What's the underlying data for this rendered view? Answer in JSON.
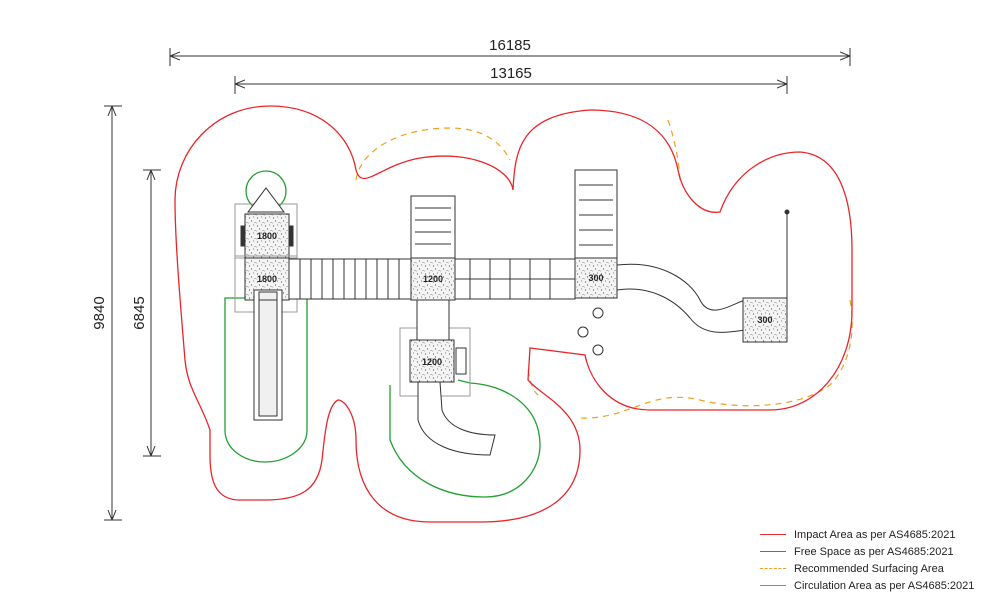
{
  "dimensions": {
    "overall_width": "16185",
    "inner_width": "13165",
    "overall_depth": "9840",
    "inner_depth": "6845"
  },
  "platforms": {
    "left_upper": "1800",
    "left_lower": "1800",
    "center": "1200",
    "lower_center": "1200",
    "right_tower": "300",
    "far_right": "300"
  },
  "legend": [
    {
      "label": "Impact Area as per AS4685:2021",
      "color": "#e8262a",
      "style": "solid"
    },
    {
      "label": "Free Space as per AS4685:2021",
      "color": "#22a033",
      "style": "solid"
    },
    {
      "label": "Recommended Surfacing Area",
      "color": "#f0a020",
      "style": "dashed"
    },
    {
      "label": "Circulation Area as per AS4685:2021",
      "color": "#33a8e0",
      "style": "solid"
    }
  ],
  "colors": {
    "impact": "#e8262a",
    "free_space": "#22a033",
    "surfacing": "#f0a020",
    "circulation": "#33a8e0",
    "equipment": "#333333"
  }
}
